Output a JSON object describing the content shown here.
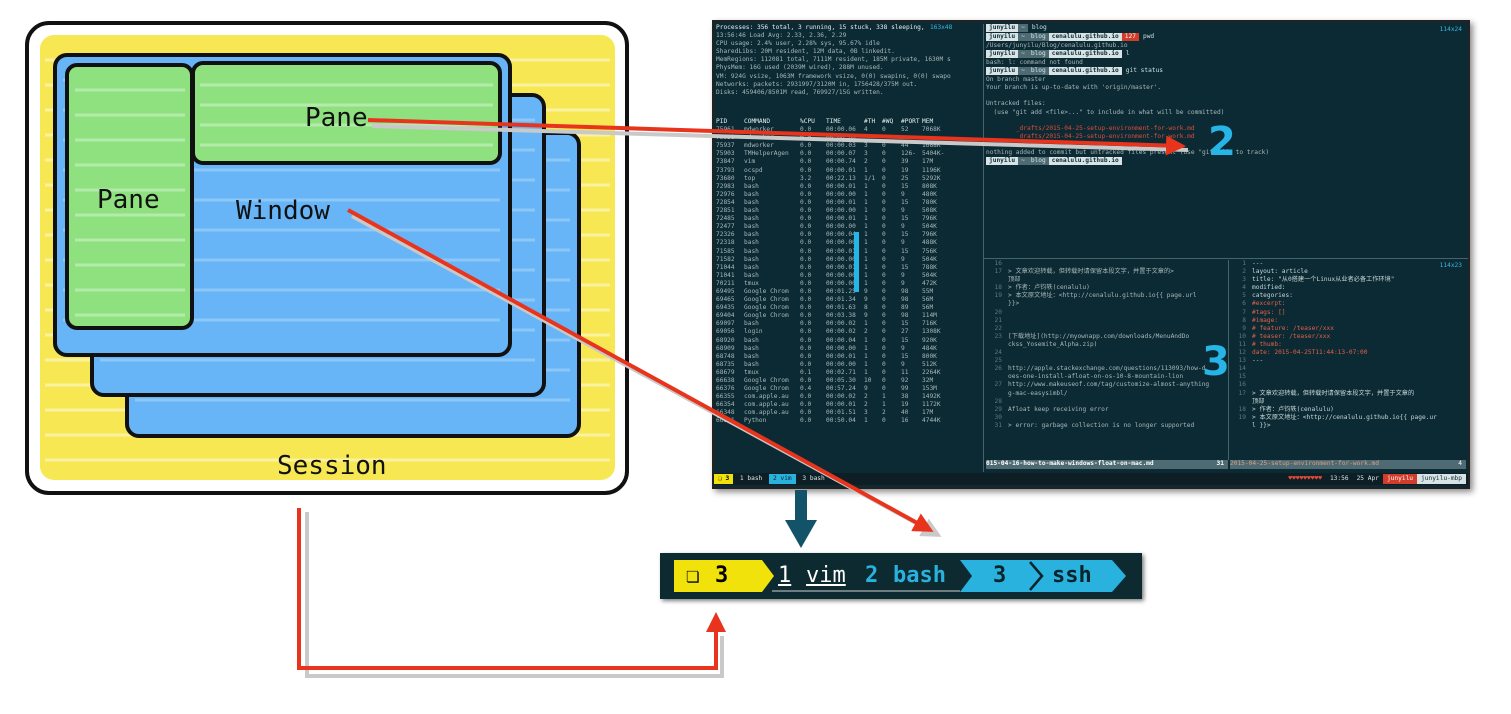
{
  "diagram": {
    "labels": {
      "session": "Session",
      "window": "Window",
      "pane_left": "Pane",
      "pane_top": "Pane"
    },
    "colors": {
      "session": "#f6e64a",
      "window": "#67b4f7",
      "pane": "#8fe07f",
      "arrow": "#e8341c",
      "terminal_bg": "#0b2a33",
      "status_yellow": "#f2e20c",
      "status_cyan": "#29b2dd",
      "down_arrow": "#12536a"
    }
  },
  "terminal": {
    "top_info": [
      "Processes: 356 total, 3 running, 15 stuck, 338 sleeping,",
      "13:56:46 Load Avg: 2.33, 2.36, 2.29",
      "CPU usage: 2.4% user, 2.28% sys, 95.67% idle",
      "SharedLibs: 20M resident, 12M data, 0B linkedit.",
      "MemRegions: 112081 total, 7111M resident, 185M private, 1630M s",
      "PhysMem: 16G used (2039M wired), 288M unused.",
      "VM: 924G vsize, 1063M framework vsize, 0(0) swapins, 0(0) swapo",
      "Networks: packets: 2931997/3120M in, 1756428/375M out.",
      "Disks: 459406/8501M read, 769927/15G written."
    ],
    "top_size_badge": "163x48",
    "process_header": [
      "PID",
      "COMMAND",
      "%CPU",
      "TIME",
      "#TH",
      "#WQ",
      "#PORT",
      "MEM"
    ],
    "processes": [
      [
        "75961",
        "mdworker",
        "0.0",
        "00:00.06",
        "4",
        "0",
        "52",
        "7068K"
      ],
      [
        "75938",
        "mdworker",
        "0.0",
        "00:00.00",
        "",
        "",
        "",
        ""
      ],
      [
        "75937",
        "mdworker",
        "0.0",
        "00:00.03",
        "3",
        "0",
        "44",
        "1688K"
      ],
      [
        "75903",
        "TMHelperAgen",
        "0.0",
        "00:00.07",
        "3",
        "0",
        "126-",
        "5404K-"
      ],
      [
        "73847",
        "vim",
        "0.0",
        "00:00.74",
        "2",
        "0",
        "39",
        "17M"
      ],
      [
        "73793",
        "ocspd",
        "0.0",
        "00:00.01",
        "1",
        "0",
        "19",
        "1196K"
      ],
      [
        "73680",
        "top",
        "3.2",
        "00:22.13",
        "1/1",
        "0",
        "25",
        "5292K"
      ],
      [
        "72983",
        "bash",
        "0.0",
        "00:00.01",
        "1",
        "0",
        "15",
        "808K"
      ],
      [
        "72976",
        "bash",
        "0.0",
        "00:00.00",
        "1",
        "0",
        "9",
        "480K"
      ],
      [
        "72854",
        "bash",
        "0.0",
        "00:00.01",
        "1",
        "0",
        "15",
        "780K"
      ],
      [
        "72851",
        "bash",
        "0.0",
        "00:00.00",
        "1",
        "0",
        "9",
        "508K"
      ],
      [
        "72485",
        "bash",
        "0.0",
        "00:00.01",
        "1",
        "0",
        "15",
        "796K"
      ],
      [
        "72477",
        "bash",
        "0.0",
        "00:00.00",
        "1",
        "0",
        "9",
        "504K"
      ],
      [
        "72326",
        "bash",
        "0.0",
        "00:00.04",
        "1",
        "0",
        "15",
        "796K"
      ],
      [
        "72318",
        "bash",
        "0.0",
        "00:00.00",
        "1",
        "0",
        "9",
        "488K"
      ],
      [
        "71585",
        "bash",
        "0.0",
        "00:00.01",
        "1",
        "0",
        "15",
        "756K"
      ],
      [
        "71582",
        "bash",
        "0.0",
        "00:00.00",
        "1",
        "0",
        "9",
        "504K"
      ],
      [
        "71044",
        "bash",
        "0.0",
        "00:00.01",
        "1",
        "0",
        "15",
        "788K"
      ],
      [
        "71041",
        "bash",
        "0.0",
        "00:00.00",
        "1",
        "0",
        "9",
        "504K"
      ],
      [
        "70211",
        "tmux",
        "0.0",
        "00:00.00",
        "1",
        "0",
        "9",
        "472K"
      ],
      [
        "69495",
        "Google Chrom",
        "0.0",
        "00:01.25",
        "9",
        "0",
        "98",
        "55M"
      ],
      [
        "69465",
        "Google Chrom",
        "0.0",
        "00:01.34",
        "9",
        "0",
        "98",
        "56M"
      ],
      [
        "69435",
        "Google Chrom",
        "0.0",
        "00:01.63",
        "8",
        "0",
        "89",
        "56M"
      ],
      [
        "69404",
        "Google Chrom",
        "0.0",
        "00:03.38",
        "9",
        "0",
        "98",
        "114M"
      ],
      [
        "69097",
        "bash",
        "0.0",
        "00:00.02",
        "1",
        "0",
        "15",
        "716K"
      ],
      [
        "69056",
        "login",
        "0.0",
        "00:00.02",
        "2",
        "0",
        "27",
        "1308K"
      ],
      [
        "68920",
        "bash",
        "0.0",
        "00:00.04",
        "1",
        "0",
        "15",
        "920K"
      ],
      [
        "68909",
        "bash",
        "0.0",
        "00:00.00",
        "1",
        "0",
        "9",
        "484K"
      ],
      [
        "68748",
        "bash",
        "0.0",
        "00:00.01",
        "1",
        "0",
        "15",
        "800K"
      ],
      [
        "68735",
        "bash",
        "0.0",
        "00:00.00",
        "1",
        "0",
        "9",
        "512K"
      ],
      [
        "68679",
        "tmux",
        "0.1",
        "00:02.71",
        "1",
        "0",
        "11",
        "2264K"
      ],
      [
        "66638",
        "Google Chrom",
        "0.0",
        "00:05.30",
        "10",
        "0",
        "92",
        "32M"
      ],
      [
        "66376",
        "Google Chrom",
        "0.4",
        "00:57.24",
        "9",
        "0",
        "99",
        "153M"
      ],
      [
        "66355",
        "com.apple.au",
        "0.0",
        "00:00.02",
        "2",
        "1",
        "38",
        "1492K"
      ],
      [
        "66354",
        "com.apple.au",
        "0.0",
        "00:00.01",
        "2",
        "1",
        "19",
        "1172K"
      ],
      [
        "66348",
        "com.apple.au",
        "0.0",
        "00:01.51",
        "3",
        "2",
        "40",
        "17M"
      ],
      [
        "66341",
        "Python",
        "0.0",
        "00:50.04",
        "1",
        "0",
        "16",
        "4744K"
      ]
    ],
    "shell": {
      "size_badge": "114x24",
      "user": "junyilu",
      "home_seg": "~",
      "blog_seg": "blog",
      "repo_seg": "cenalulu.github.io",
      "err_seg": "127",
      "cmd1": "blog",
      "cmd2": "pwd",
      "out_pwd": "/Users/junyilu/Blog/cenalulu.github.io",
      "cmd3": "l",
      "out_err": "bash: l: command not found",
      "cmd4": "git status",
      "git_lines": [
        "On branch master",
        "Your branch is up-to-date with 'origin/master'.",
        "",
        "Untracked files:",
        "  (use \"git add <file>...\" to include in what will be committed)",
        "",
        "        _drafts/2015-04-25-setup-environment-for-work.md",
        "        _drafts/2015-04-25-setup-environment-for-work.md",
        "",
        "nothing added to commit but untracked files present (use \"git add\" to track)"
      ]
    },
    "vim_left": [
      [
        "16",
        ""
      ],
      [
        "17",
        "> 文章欢迎转载，但转载时请保留本段文字，并置于文章的>"
      ],
      [
        "",
        "顶部"
      ],
      [
        "18",
        "> 作者：卢钧轶(cenalulu)"
      ],
      [
        "19",
        "> 本文原文地址：<http://cenalulu.github.io{{ page.url"
      ],
      [
        "",
        "}}>"
      ],
      [
        "20",
        ""
      ],
      [
        "21",
        ""
      ],
      [
        "22",
        ""
      ],
      [
        "23",
        "[下载地址](http://myownapp.com/downloads/MenuAndDo"
      ],
      [
        "",
        "ckss_Yosemite_Alpha.zip)"
      ],
      [
        "24",
        ""
      ],
      [
        "25",
        ""
      ],
      [
        "26",
        "http://apple.stackexchange.com/questions/113093/how-d"
      ],
      [
        "",
        "oes-one-install-afloat-on-os-10-8-mountain-lion"
      ],
      [
        "27",
        "http://www.makeuseof.com/tag/customize-almost-anything"
      ],
      [
        "",
        "g-mac-easysimbl/"
      ],
      [
        "28",
        ""
      ],
      [
        "29",
        "Afloat keep receiving error"
      ],
      [
        "30",
        ""
      ],
      [
        "31",
        "> error: garbage collection is no longer supported"
      ]
    ],
    "vim_right": [
      [
        "1",
        "---"
      ],
      [
        "2",
        "layout: article"
      ],
      [
        "3",
        "title: \"从0搭建一个Linux从业者必备工作环境\""
      ],
      [
        "4",
        "modified:"
      ],
      [
        "5",
        "categories:"
      ],
      [
        "6",
        "#excerpt:"
      ],
      [
        "7",
        "#tags: []"
      ],
      [
        "8",
        "#image:"
      ],
      [
        "9",
        "#    feature: /teaser/xxx"
      ],
      [
        "10",
        "#    teaser: /teaser/xxx"
      ],
      [
        "11",
        "#    thumb:"
      ],
      [
        "12",
        "date: 2015-04-25T11:44:13-07:00"
      ],
      [
        "13",
        "---"
      ],
      [
        "14",
        ""
      ],
      [
        "15",
        ""
      ],
      [
        "16",
        ""
      ],
      [
        "17",
        "> 文章欢迎转载，但转载时请保留本段文字，并置于文章的"
      ],
      [
        "",
        "顶部"
      ],
      [
        "18",
        "> 作者：卢钧轶(cenalulu)"
      ],
      [
        "19",
        "> 本文原文地址：<http://cenalulu.github.io{{ page.ur"
      ],
      [
        "",
        "l }}>"
      ]
    ],
    "vim_size_badge": "114x23",
    "vim_status_left": "015-04-16-how-to-make-windows-float-on-mac.md",
    "vim_status_left_pos": "31",
    "vim_status_right": "2015-04-25-setup-environment-for-work.md",
    "vim_status_right_pos": "4",
    "tmux_status": {
      "session": "3",
      "win1": "1 bash",
      "win2": "2 vim",
      "win3": "3 bash",
      "time": "13:56",
      "date": "25 Apr",
      "user": "junyilu",
      "host": "junyilu-mbp"
    },
    "pane_marks": {
      "two": "2",
      "three": "3"
    }
  },
  "status_bar": {
    "session": "3",
    "win1_index": "1",
    "win1_name": "vim",
    "win2_index": "2",
    "win2_name": "bash",
    "win3_index": "3",
    "win3_name": "ssh"
  }
}
